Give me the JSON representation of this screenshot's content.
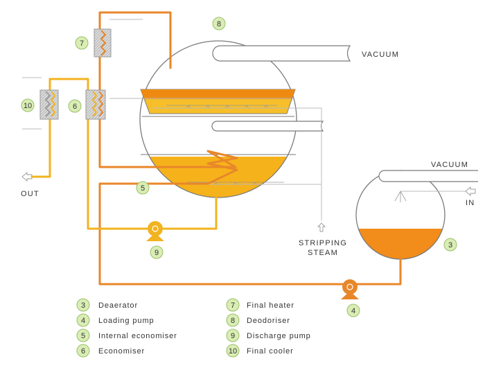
{
  "colors": {
    "pipe_orange": "#E8872A",
    "pipe_yellow": "#F2B320",
    "oil_deodoriser": "#F4A81C",
    "oil_deaerator": "#F28C1B",
    "badge_fill": "#D9EDB4",
    "badge_stroke": "#9BBE6A",
    "vessel_stroke": "#7A7A7A",
    "steam_line": "#BBBBBB"
  },
  "labels": {
    "vacuum_top": "VACUUM",
    "vacuum_right": "VACUUM",
    "out": "OUT",
    "in": "IN",
    "stripping_line1": "STRIPPING",
    "stripping_line2": "STEAM"
  },
  "badges": {
    "final_heater": "7",
    "deodoriser": "8",
    "final_cooler": "10",
    "economiser": "6",
    "internal_economiser": "5",
    "discharge_pump": "9",
    "deaerator": "3",
    "loading_pump": "4"
  },
  "legend": [
    {
      "num": "3",
      "text": "Deaerator"
    },
    {
      "num": "4",
      "text": "Loading pump"
    },
    {
      "num": "5",
      "text": "Internal economiser"
    },
    {
      "num": "6",
      "text": "Economiser"
    },
    {
      "num": "7",
      "text": "Final heater"
    },
    {
      "num": "8",
      "text": "Deodoriser"
    },
    {
      "num": "9",
      "text": "Discharge pump"
    },
    {
      "num": "10",
      "text": "Final cooler"
    }
  ]
}
